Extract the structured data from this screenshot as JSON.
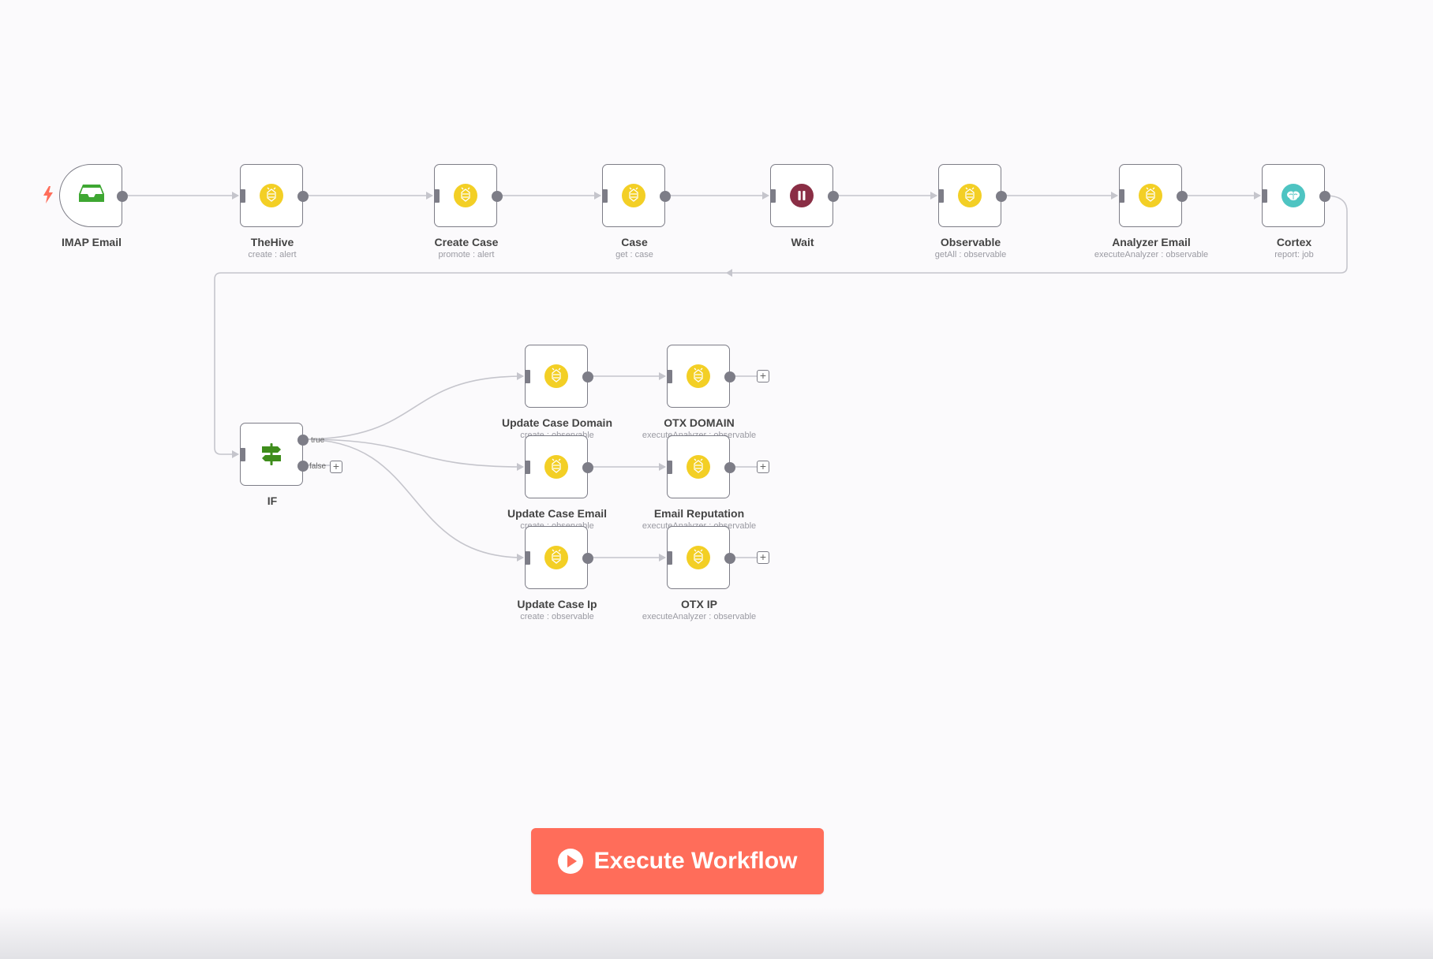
{
  "colors": {
    "accent": "#ff6d5a",
    "thehive_icon": "#f3cf25",
    "cortex_icon": "#4ec4c2",
    "wait_icon": "#8a2e45",
    "if_icon": "#3f8d1c",
    "imap_icon": "#3ea732",
    "node_border": "#7d7d87",
    "edge": "#c5c5cc"
  },
  "nodes": [
    {
      "id": "imap",
      "title": "IMAP Email",
      "subtitle": "",
      "icon": "inbox-icon",
      "trigger": true
    },
    {
      "id": "thehive",
      "title": "TheHive",
      "subtitle": "create : alert",
      "icon": "thehive-bee-icon"
    },
    {
      "id": "createcase",
      "title": "Create Case",
      "subtitle": "promote : alert",
      "icon": "thehive-bee-icon"
    },
    {
      "id": "case",
      "title": "Case",
      "subtitle": "get : case",
      "icon": "thehive-bee-icon"
    },
    {
      "id": "wait",
      "title": "Wait",
      "subtitle": "",
      "icon": "pause-icon"
    },
    {
      "id": "observable",
      "title": "Observable",
      "subtitle": "getAll : observable",
      "icon": "thehive-bee-icon"
    },
    {
      "id": "analyzeremail",
      "title": "Analyzer Email",
      "subtitle": "executeAnalyzer : observable",
      "icon": "thehive-bee-icon"
    },
    {
      "id": "cortex",
      "title": "Cortex",
      "subtitle": "report: job",
      "icon": "cortex-brain-icon"
    },
    {
      "id": "if",
      "title": "IF",
      "subtitle": "",
      "icon": "signpost-icon"
    },
    {
      "id": "ucd",
      "title": "Update Case Domain",
      "subtitle": "create : observable",
      "icon": "thehive-bee-icon"
    },
    {
      "id": "otxdomain",
      "title": "OTX DOMAIN",
      "subtitle": "executeAnalyzer : observable",
      "icon": "thehive-bee-icon"
    },
    {
      "id": "uce",
      "title": "Update Case Email",
      "subtitle": "create : observable",
      "icon": "thehive-bee-icon"
    },
    {
      "id": "emailrep",
      "title": "Email Reputation",
      "subtitle": "executeAnalyzer : observable",
      "icon": "thehive-bee-icon"
    },
    {
      "id": "ucip",
      "title": "Update Case Ip",
      "subtitle": "create : observable",
      "icon": "thehive-bee-icon"
    },
    {
      "id": "otxip",
      "title": "OTX IP",
      "subtitle": "executeAnalyzer : observable",
      "icon": "thehive-bee-icon"
    }
  ],
  "branches": {
    "true_label": "true",
    "false_label": "false"
  },
  "execute_button": {
    "label": "Execute Workflow"
  }
}
